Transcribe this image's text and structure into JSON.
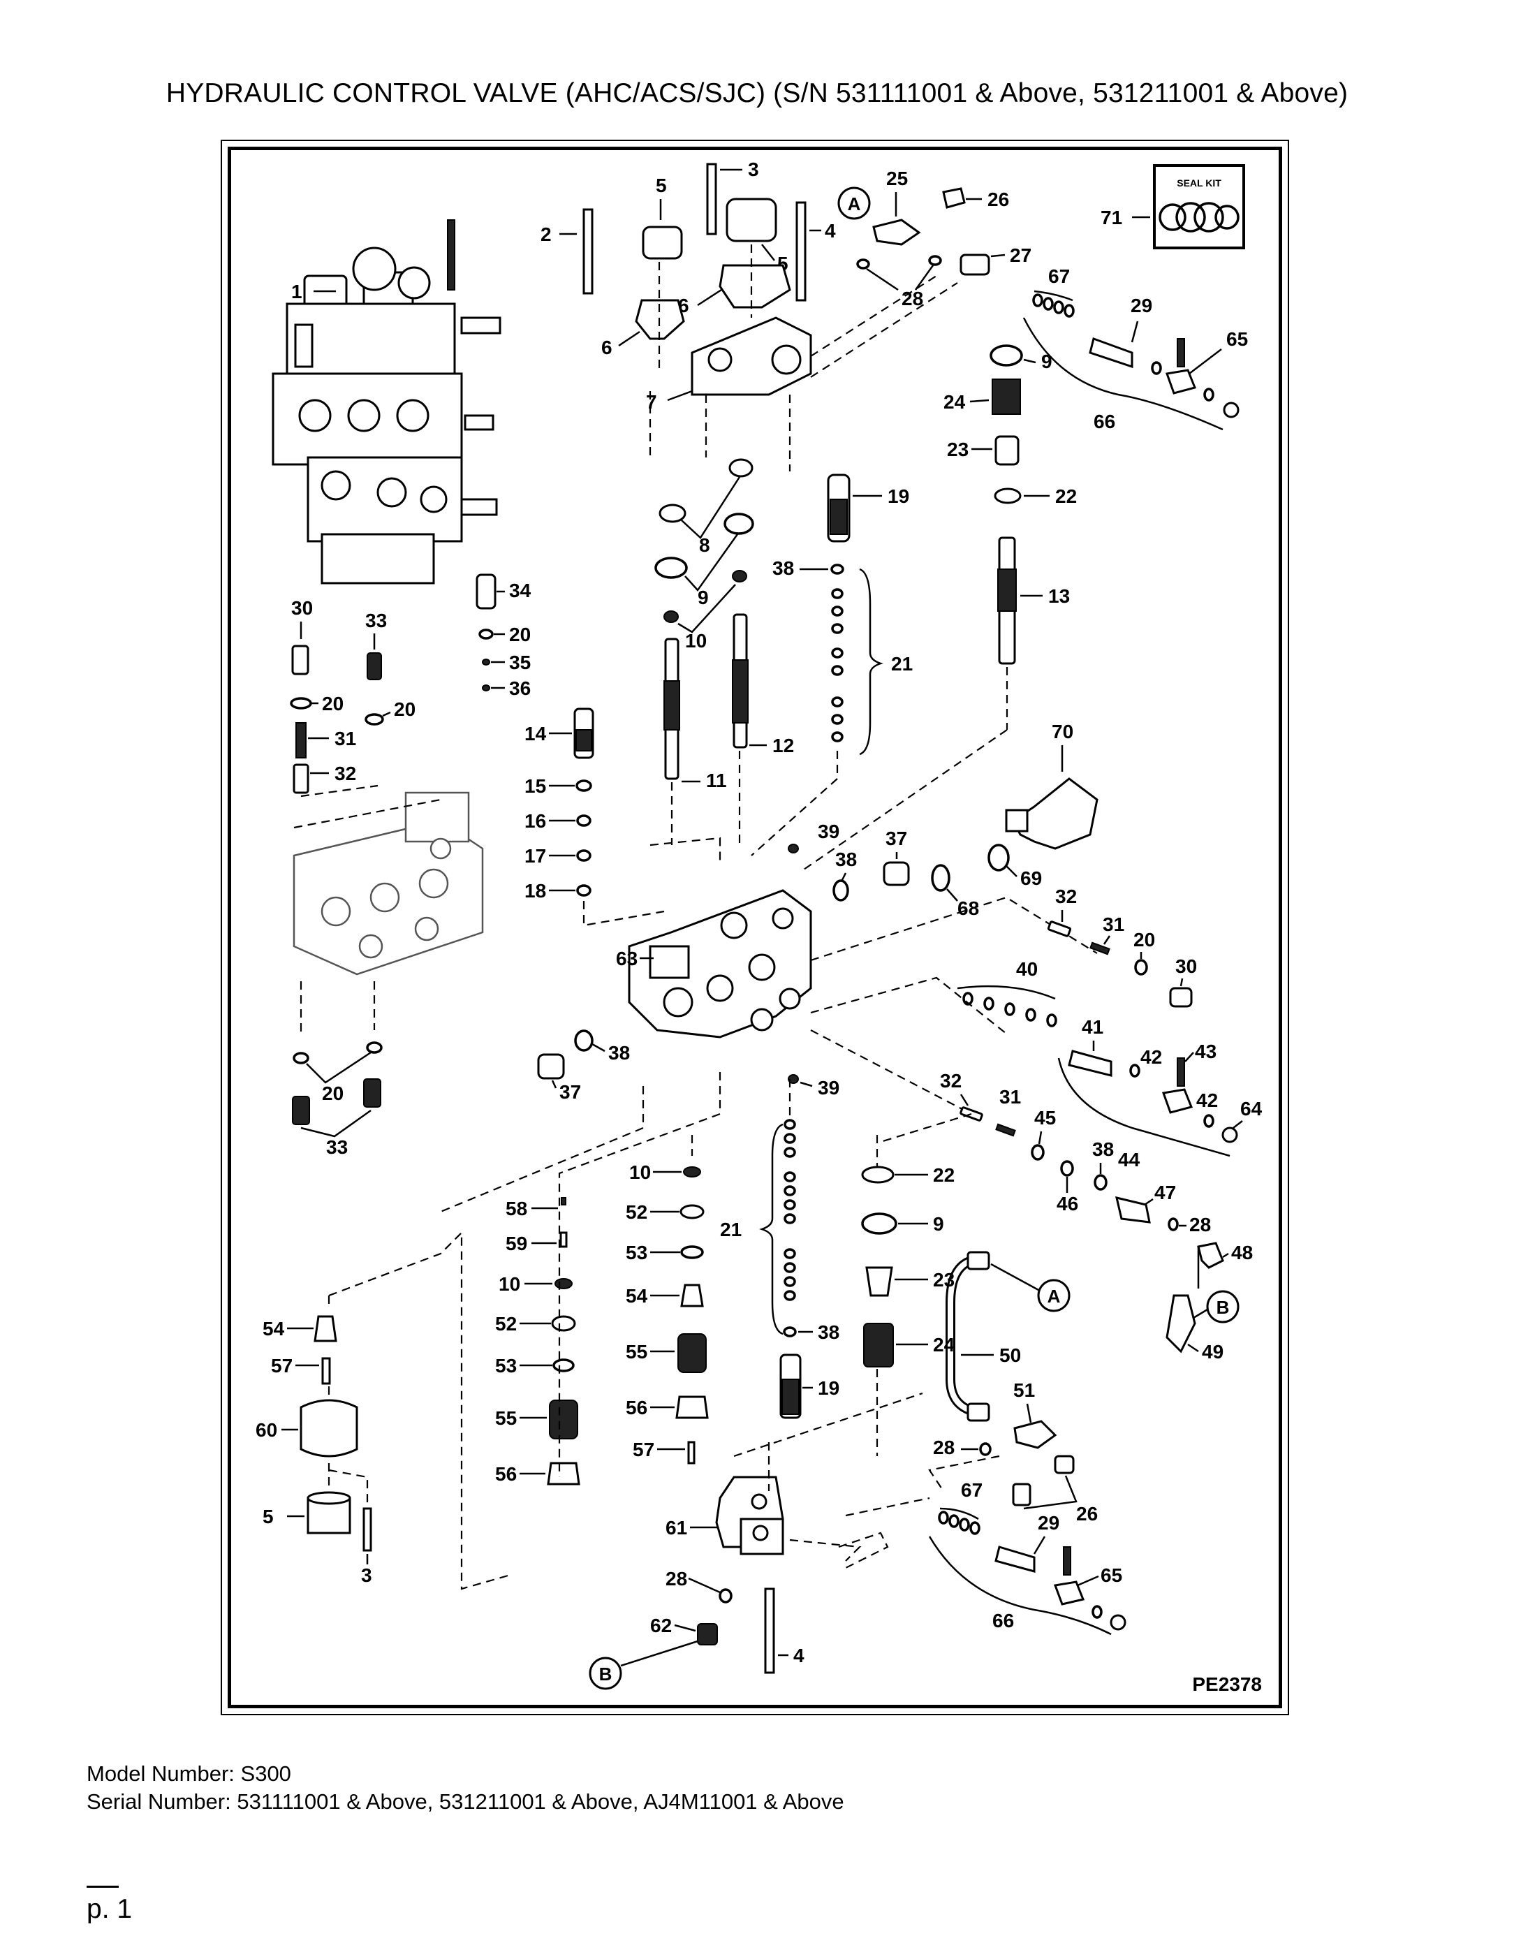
{
  "document": {
    "title": "HYDRAULIC CONTROL VALVE (AHC/ACS/SJC) (S/N 531111001 & Above, 531211001 & Above)",
    "model_line": "Model Number: S300",
    "serial_line": "Serial Number: 531111001 & Above, 531211001 & Above, AJ4M11001 & Above",
    "page_number": "p. 1"
  },
  "diagram": {
    "drawing_id": "PE2378",
    "seal_kit_label": "SEAL KIT",
    "ref_a": "A",
    "ref_b": "B",
    "callouts": {
      "c1": "1",
      "c2": "2",
      "c3": "3",
      "c4": "4",
      "c5": "5",
      "c6": "6",
      "c7": "7",
      "c8": "8",
      "c9": "9",
      "c10": "10",
      "c11": "11",
      "c12": "12",
      "c13": "13",
      "c14": "14",
      "c15": "15",
      "c16": "16",
      "c17": "17",
      "c18": "18",
      "c19": "19",
      "c20": "20",
      "c21": "21",
      "c22": "22",
      "c23": "23",
      "c24": "24",
      "c25": "25",
      "c26": "26",
      "c27": "27",
      "c28": "28",
      "c29": "29",
      "c30": "30",
      "c31": "31",
      "c32": "32",
      "c33": "33",
      "c34": "34",
      "c35": "35",
      "c36": "36",
      "c37": "37",
      "c38": "38",
      "c39": "39",
      "c40": "40",
      "c41": "41",
      "c42": "42",
      "c43": "43",
      "c44": "44",
      "c45": "45",
      "c46": "46",
      "c47": "47",
      "c48": "48",
      "c49": "49",
      "c50": "50",
      "c51": "51",
      "c52": "52",
      "c53": "53",
      "c54": "54",
      "c55": "55",
      "c56": "56",
      "c57": "57",
      "c58": "58",
      "c59": "59",
      "c60": "60",
      "c61": "61",
      "c62": "62",
      "c63": "63",
      "c64": "64",
      "c65": "65",
      "c66": "66",
      "c67": "67",
      "c68": "68",
      "c69": "69",
      "c70": "70",
      "c71": "71"
    }
  }
}
